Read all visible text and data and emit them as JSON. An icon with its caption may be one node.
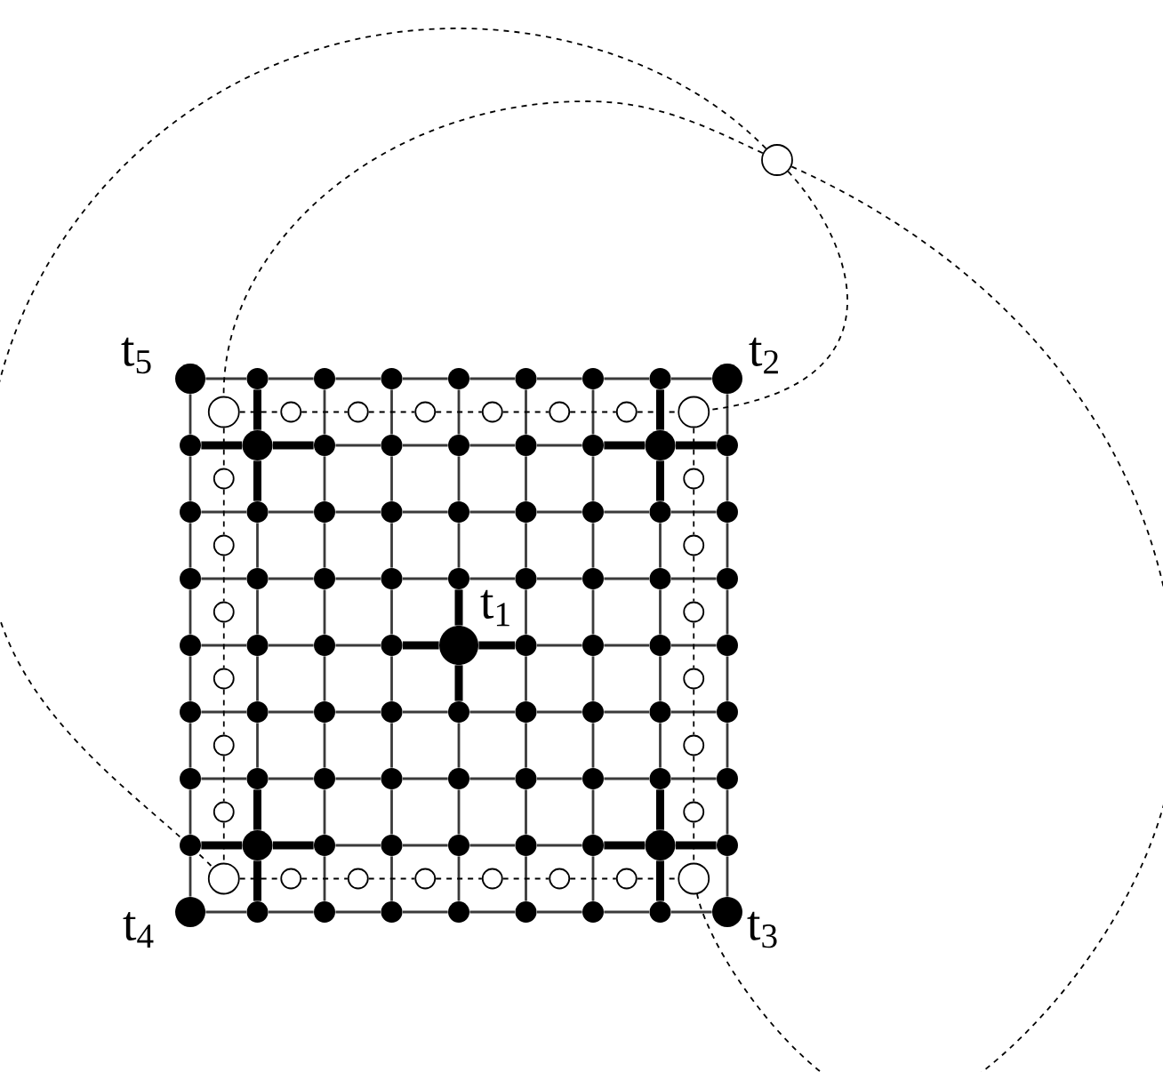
{
  "diagram": {
    "nodes": [
      {
        "text": [],
        "shape": "circle"
      },
      {
        "text": [],
        "shape": "dot",
        "beside": [
          "t$_{5}$"
        ]
      },
      {
        "text": [],
        "shape": "dot"
      },
      {
        "text": [],
        "shape": "dot"
      },
      {
        "text": [],
        "shape": "dot"
      },
      {
        "text": [],
        "shape": "dot"
      },
      {
        "text": [],
        "shape": "dot"
      },
      {
        "text": [],
        "shape": "dot"
      },
      {
        "text": [],
        "shape": "dot"
      },
      {
        "text": [],
        "shape": "dot",
        "beside": [
          "t$_{2}$"
        ]
      },
      {
        "text": [],
        "shape": "circle"
      },
      {
        "text": [],
        "shape": "circle"
      },
      {
        "text": [],
        "shape": "circle"
      },
      {
        "text": [],
        "shape": "circle"
      },
      {
        "text": [],
        "shape": "circle"
      },
      {
        "text": [],
        "shape": "circle"
      },
      {
        "text": [],
        "shape": "circle"
      },
      {
        "text": [],
        "shape": "circle"
      },
      {
        "text": [],
        "shape": "dot"
      },
      {
        "text": [],
        "shape": "dot"
      },
      {
        "text": [],
        "shape": "dot"
      },
      {
        "text": [],
        "shape": "dot"
      },
      {
        "text": [],
        "shape": "dot"
      },
      {
        "text": [],
        "shape": "dot"
      },
      {
        "text": [],
        "shape": "dot"
      },
      {
        "text": [],
        "shape": "dot"
      },
      {
        "text": [],
        "shape": "dot"
      },
      {
        "text": [],
        "shape": "circle"
      },
      {
        "text": [],
        "shape": "circle"
      },
      {
        "text": [],
        "shape": "dot"
      },
      {
        "text": [],
        "shape": "dot"
      },
      {
        "text": [],
        "shape": "dot"
      },
      {
        "text": [],
        "shape": "dot"
      },
      {
        "text": [],
        "shape": "dot"
      },
      {
        "text": [],
        "shape": "dot"
      },
      {
        "text": [],
        "shape": "dot"
      },
      {
        "text": [],
        "shape": "dot"
      },
      {
        "text": [],
        "shape": "dot"
      },
      {
        "text": [],
        "shape": "circle"
      },
      {
        "text": [],
        "shape": "circle"
      },
      {
        "text": [],
        "shape": "dot"
      },
      {
        "text": [],
        "shape": "dot"
      },
      {
        "text": [],
        "shape": "dot"
      },
      {
        "text": [],
        "shape": "dot"
      },
      {
        "text": [],
        "shape": "dot"
      },
      {
        "text": [],
        "shape": "dot"
      },
      {
        "text": [],
        "shape": "dot"
      },
      {
        "text": [],
        "shape": "dot"
      },
      {
        "text": [],
        "shape": "dot"
      },
      {
        "text": [],
        "shape": "circle"
      },
      {
        "text": [],
        "shape": "circle"
      },
      {
        "text": [],
        "shape": "dot"
      },
      {
        "text": [],
        "shape": "dot"
      },
      {
        "text": [],
        "shape": "dot"
      },
      {
        "text": [],
        "shape": "dot"
      },
      {
        "text": [],
        "shape": "dot",
        "beside": [
          "t$_{1}$"
        ]
      },
      {
        "text": [],
        "shape": "dot"
      },
      {
        "text": [],
        "shape": "dot"
      },
      {
        "text": [],
        "shape": "dot"
      },
      {
        "text": [],
        "shape": "dot"
      },
      {
        "text": [],
        "shape": "circle"
      },
      {
        "text": [],
        "shape": "circle"
      },
      {
        "text": [],
        "shape": "dot"
      },
      {
        "text": [],
        "shape": "dot"
      },
      {
        "text": [],
        "shape": "dot"
      },
      {
        "text": [],
        "shape": "dot"
      },
      {
        "text": [],
        "shape": "dot"
      },
      {
        "text": [],
        "shape": "dot"
      },
      {
        "text": [],
        "shape": "dot"
      },
      {
        "text": [],
        "shape": "dot"
      },
      {
        "text": [],
        "shape": "dot"
      },
      {
        "text": [],
        "shape": "circle"
      },
      {
        "text": [],
        "shape": "circle"
      },
      {
        "text": [],
        "shape": "dot"
      },
      {
        "text": [],
        "shape": "dot"
      },
      {
        "text": [],
        "shape": "dot"
      },
      {
        "text": [],
        "shape": "dot"
      },
      {
        "text": [],
        "shape": "dot"
      },
      {
        "text": [],
        "shape": "dot"
      },
      {
        "text": [],
        "shape": "dot"
      },
      {
        "text": [],
        "shape": "dot"
      },
      {
        "text": [],
        "shape": "dot"
      },
      {
        "text": [],
        "shape": "circle"
      },
      {
        "text": [],
        "shape": "circle"
      },
      {
        "text": [],
        "shape": "dot"
      },
      {
        "text": [],
        "shape": "dot"
      },
      {
        "text": [],
        "shape": "dot"
      },
      {
        "text": [],
        "shape": "dot"
      },
      {
        "text": [],
        "shape": "dot"
      },
      {
        "text": [],
        "shape": "dot"
      },
      {
        "text": [],
        "shape": "dot"
      },
      {
        "text": [],
        "shape": "dot"
      },
      {
        "text": [],
        "shape": "dot"
      },
      {
        "text": [],
        "shape": "circle"
      },
      {
        "text": [],
        "shape": "circle"
      },
      {
        "text": [],
        "shape": "circle"
      },
      {
        "text": [],
        "shape": "circle"
      },
      {
        "text": [],
        "shape": "circle"
      },
      {
        "text": [],
        "shape": "circle"
      },
      {
        "text": [],
        "shape": "circle"
      },
      {
        "text": [],
        "shape": "circle"
      },
      {
        "text": [],
        "shape": "dot",
        "beside": [
          "t$_{4}$"
        ]
      },
      {
        "text": [],
        "shape": "dot"
      },
      {
        "text": [],
        "shape": "dot"
      },
      {
        "text": [],
        "shape": "dot"
      },
      {
        "text": [],
        "shape": "dot"
      },
      {
        "text": [],
        "shape": "dot"
      },
      {
        "text": [],
        "shape": "dot"
      },
      {
        "text": [],
        "shape": "dot"
      },
      {
        "text": [],
        "shape": "dot",
        "beside": [
          "t$_{3}$"
        ]
      }
    ],
    "edges": [
      {
        "from": 1,
        "to": 2,
        "arrow": "none"
      },
      {
        "from": 2,
        "to": 3,
        "arrow": "none"
      },
      {
        "from": 3,
        "to": 4,
        "arrow": "none"
      },
      {
        "from": 4,
        "to": 5,
        "arrow": "none"
      },
      {
        "from": 5,
        "to": 6,
        "arrow": "none"
      },
      {
        "from": 6,
        "to": 7,
        "arrow": "none"
      },
      {
        "from": 7,
        "to": 8,
        "arrow": "none"
      },
      {
        "from": 8,
        "to": 9,
        "arrow": "none"
      },
      {
        "from": 1,
        "to": 18,
        "arrow": "none"
      },
      {
        "from": 2,
        "to": 19,
        "arrow": "none",
        "style": "thick"
      },
      {
        "from": 3,
        "to": 20,
        "arrow": "none"
      },
      {
        "from": 4,
        "to": 21,
        "arrow": "none"
      },
      {
        "from": 5,
        "to": 22,
        "arrow": "none"
      },
      {
        "from": 6,
        "to": 23,
        "arrow": "none"
      },
      {
        "from": 7,
        "to": 24,
        "arrow": "none"
      },
      {
        "from": 8,
        "to": 25,
        "arrow": "none",
        "style": "thick"
      },
      {
        "from": 9,
        "to": 26,
        "arrow": "none"
      },
      {
        "from": 18,
        "to": 19,
        "arrow": "none",
        "style": "thick"
      },
      {
        "from": 19,
        "to": 20,
        "arrow": "none",
        "style": "thick"
      },
      {
        "from": 20,
        "to": 21,
        "arrow": "none"
      },
      {
        "from": 21,
        "to": 22,
        "arrow": "none"
      },
      {
        "from": 22,
        "to": 23,
        "arrow": "none"
      },
      {
        "from": 23,
        "to": 24,
        "arrow": "none"
      },
      {
        "from": 24,
        "to": 25,
        "arrow": "none",
        "style": "thick"
      },
      {
        "from": 25,
        "to": 26,
        "arrow": "none",
        "style": "thick"
      },
      {
        "from": 18,
        "to": 29,
        "arrow": "none"
      },
      {
        "from": 19,
        "to": 30,
        "arrow": "none",
        "style": "thick"
      },
      {
        "from": 20,
        "to": 31,
        "arrow": "none"
      },
      {
        "from": 21,
        "to": 32,
        "arrow": "none"
      },
      {
        "from": 22,
        "to": 33,
        "arrow": "none"
      },
      {
        "from": 23,
        "to": 34,
        "arrow": "none"
      },
      {
        "from": 24,
        "to": 35,
        "arrow": "none"
      },
      {
        "from": 25,
        "to": 36,
        "arrow": "none",
        "style": "thick"
      },
      {
        "from": 26,
        "to": 37,
        "arrow": "none"
      },
      {
        "from": 29,
        "to": 30,
        "arrow": "none"
      },
      {
        "from": 30,
        "to": 31,
        "arrow": "none"
      },
      {
        "from": 31,
        "to": 32,
        "arrow": "none"
      },
      {
        "from": 32,
        "to": 33,
        "arrow": "none"
      },
      {
        "from": 33,
        "to": 34,
        "arrow": "none"
      },
      {
        "from": 34,
        "to": 35,
        "arrow": "none"
      },
      {
        "from": 35,
        "to": 36,
        "arrow": "none"
      },
      {
        "from": 36,
        "to": 37,
        "arrow": "none"
      },
      {
        "from": 29,
        "to": 40,
        "arrow": "none"
      },
      {
        "from": 30,
        "to": 41,
        "arrow": "none"
      },
      {
        "from": 31,
        "to": 42,
        "arrow": "none"
      },
      {
        "from": 32,
        "to": 43,
        "arrow": "none"
      },
      {
        "from": 33,
        "to": 44,
        "arrow": "none"
      },
      {
        "from": 34,
        "to": 45,
        "arrow": "none"
      },
      {
        "from": 35,
        "to": 46,
        "arrow": "none"
      },
      {
        "from": 36,
        "to": 47,
        "arrow": "none"
      },
      {
        "from": 37,
        "to": 48,
        "arrow": "none"
      },
      {
        "from": 40,
        "to": 41,
        "arrow": "none"
      },
      {
        "from": 41,
        "to": 42,
        "arrow": "none"
      },
      {
        "from": 42,
        "to": 43,
        "arrow": "none"
      },
      {
        "from": 43,
        "to": 44,
        "arrow": "none"
      },
      {
        "from": 44,
        "to": 45,
        "arrow": "none"
      },
      {
        "from": 45,
        "to": 46,
        "arrow": "none"
      },
      {
        "from": 46,
        "to": 47,
        "arrow": "none"
      },
      {
        "from": 47,
        "to": 48,
        "arrow": "none"
      },
      {
        "from": 40,
        "to": 51,
        "arrow": "none"
      },
      {
        "from": 41,
        "to": 52,
        "arrow": "none"
      },
      {
        "from": 42,
        "to": 53,
        "arrow": "none"
      },
      {
        "from": 43,
        "to": 54,
        "arrow": "none"
      },
      {
        "from": 44,
        "to": 55,
        "arrow": "none",
        "style": "thick"
      },
      {
        "from": 45,
        "to": 56,
        "arrow": "none"
      },
      {
        "from": 46,
        "to": 57,
        "arrow": "none"
      },
      {
        "from": 47,
        "to": 58,
        "arrow": "none"
      },
      {
        "from": 48,
        "to": 59,
        "arrow": "none"
      },
      {
        "from": 51,
        "to": 52,
        "arrow": "none"
      },
      {
        "from": 52,
        "to": 53,
        "arrow": "none"
      },
      {
        "from": 53,
        "to": 54,
        "arrow": "none"
      },
      {
        "from": 54,
        "to": 55,
        "arrow": "none",
        "style": "thick"
      },
      {
        "from": 55,
        "to": 56,
        "arrow": "none",
        "style": "thick"
      },
      {
        "from": 56,
        "to": 57,
        "arrow": "none"
      },
      {
        "from": 57,
        "to": 58,
        "arrow": "none"
      },
      {
        "from": 58,
        "to": 59,
        "arrow": "none"
      },
      {
        "from": 51,
        "to": 62,
        "arrow": "none"
      },
      {
        "from": 52,
        "to": 63,
        "arrow": "none"
      },
      {
        "from": 53,
        "to": 64,
        "arrow": "none"
      },
      {
        "from": 54,
        "to": 65,
        "arrow": "none"
      },
      {
        "from": 55,
        "to": 66,
        "arrow": "none",
        "style": "thick"
      },
      {
        "from": 56,
        "to": 67,
        "arrow": "none"
      },
      {
        "from": 57,
        "to": 68,
        "arrow": "none"
      },
      {
        "from": 58,
        "to": 69,
        "arrow": "none"
      },
      {
        "from": 59,
        "to": 70,
        "arrow": "none"
      },
      {
        "from": 62,
        "to": 63,
        "arrow": "none"
      },
      {
        "from": 63,
        "to": 64,
        "arrow": "none"
      },
      {
        "from": 64,
        "to": 65,
        "arrow": "none"
      },
      {
        "from": 65,
        "to": 66,
        "arrow": "none"
      },
      {
        "from": 66,
        "to": 67,
        "arrow": "none"
      },
      {
        "from": 67,
        "to": 68,
        "arrow": "none"
      },
      {
        "from": 68,
        "to": 69,
        "arrow": "none"
      },
      {
        "from": 69,
        "to": 70,
        "arrow": "none"
      },
      {
        "from": 62,
        "to": 73,
        "arrow": "none"
      },
      {
        "from": 63,
        "to": 74,
        "arrow": "none"
      },
      {
        "from": 64,
        "to": 75,
        "arrow": "none"
      },
      {
        "from": 65,
        "to": 76,
        "arrow": "none"
      },
      {
        "from": 66,
        "to": 77,
        "arrow": "none"
      },
      {
        "from": 67,
        "to": 78,
        "arrow": "none"
      },
      {
        "from": 68,
        "to": 79,
        "arrow": "none"
      },
      {
        "from": 69,
        "to": 80,
        "arrow": "none"
      },
      {
        "from": 70,
        "to": 81,
        "arrow": "none"
      },
      {
        "from": 73,
        "to": 74,
        "arrow": "none"
      },
      {
        "from": 74,
        "to": 75,
        "arrow": "none"
      },
      {
        "from": 75,
        "to": 76,
        "arrow": "none"
      },
      {
        "from": 76,
        "to": 77,
        "arrow": "none"
      },
      {
        "from": 77,
        "to": 78,
        "arrow": "none"
      },
      {
        "from": 78,
        "to": 79,
        "arrow": "none"
      },
      {
        "from": 79,
        "to": 80,
        "arrow": "none"
      },
      {
        "from": 80,
        "to": 81,
        "arrow": "none"
      },
      {
        "from": 73,
        "to": 84,
        "arrow": "none"
      },
      {
        "from": 74,
        "to": 85,
        "arrow": "none",
        "style": "thick"
      },
      {
        "from": 75,
        "to": 86,
        "arrow": "none"
      },
      {
        "from": 76,
        "to": 87,
        "arrow": "none"
      },
      {
        "from": 77,
        "to": 88,
        "arrow": "none"
      },
      {
        "from": 78,
        "to": 89,
        "arrow": "none"
      },
      {
        "from": 79,
        "to": 90,
        "arrow": "none"
      },
      {
        "from": 80,
        "to": 91,
        "arrow": "none",
        "style": "thick"
      },
      {
        "from": 81,
        "to": 92,
        "arrow": "none"
      },
      {
        "from": 84,
        "to": 85,
        "arrow": "none",
        "style": "thick"
      },
      {
        "from": 85,
        "to": 86,
        "arrow": "none",
        "style": "thick"
      },
      {
        "from": 86,
        "to": 87,
        "arrow": "none"
      },
      {
        "from": 87,
        "to": 88,
        "arrow": "none"
      },
      {
        "from": 88,
        "to": 89,
        "arrow": "none"
      },
      {
        "from": 89,
        "to": 90,
        "arrow": "none"
      },
      {
        "from": 90,
        "to": 91,
        "arrow": "none",
        "style": "thick"
      },
      {
        "from": 91,
        "to": 92,
        "arrow": "none",
        "style": "thick"
      },
      {
        "from": 84,
        "to": 101,
        "arrow": "none"
      },
      {
        "from": 85,
        "to": 102,
        "arrow": "none",
        "style": "thick"
      },
      {
        "from": 86,
        "to": 103,
        "arrow": "none"
      },
      {
        "from": 87,
        "to": 104,
        "arrow": "none"
      },
      {
        "from": 88,
        "to": 105,
        "arrow": "none"
      },
      {
        "from": 89,
        "to": 106,
        "arrow": "none"
      },
      {
        "from": 90,
        "to": 107,
        "arrow": "none"
      },
      {
        "from": 91,
        "to": 108,
        "arrow": "none",
        "style": "thick"
      },
      {
        "from": 92,
        "to": 109,
        "arrow": "none"
      },
      {
        "from": 101,
        "to": 102,
        "arrow": "none"
      },
      {
        "from": 102,
        "to": 103,
        "arrow": "none"
      },
      {
        "from": 103,
        "to": 104,
        "arrow": "none"
      },
      {
        "from": 104,
        "to": 105,
        "arrow": "none"
      },
      {
        "from": 105,
        "to": 106,
        "arrow": "none"
      },
      {
        "from": 106,
        "to": 107,
        "arrow": "none"
      },
      {
        "from": 107,
        "to": 108,
        "arrow": "none"
      },
      {
        "from": 108,
        "to": 109,
        "arrow": "none"
      },
      {
        "from": 10,
        "to": 11,
        "arrow": "none",
        "style": "dashed"
      },
      {
        "from": 11,
        "to": 12,
        "arrow": "none",
        "style": "dashed"
      },
      {
        "from": 12,
        "to": 13,
        "arrow": "none",
        "style": "dashed"
      },
      {
        "from": 13,
        "to": 14,
        "arrow": "none",
        "style": "dashed"
      },
      {
        "from": 14,
        "to": 15,
        "arrow": "none",
        "style": "dashed"
      },
      {
        "from": 15,
        "to": 16,
        "arrow": "none",
        "style": "dashed"
      },
      {
        "from": 16,
        "to": 17,
        "arrow": "none",
        "style": "dashed"
      },
      {
        "from": 10,
        "to": 27,
        "arrow": "none",
        "style": "dashed"
      },
      {
        "from": 27,
        "to": 38,
        "arrow": "none",
        "style": "dashed"
      },
      {
        "from": 38,
        "to": 49,
        "arrow": "none",
        "style": "dashed"
      },
      {
        "from": 49,
        "to": 60,
        "arrow": "none",
        "style": "dashed"
      },
      {
        "from": 60,
        "to": 71,
        "arrow": "none",
        "style": "dashed"
      },
      {
        "from": 71,
        "to": 82,
        "arrow": "none",
        "style": "dashed"
      },
      {
        "from": 82,
        "to": 93,
        "arrow": "none",
        "style": "dashed"
      },
      {
        "from": 17,
        "to": 28,
        "arrow": "none",
        "style": "dashed"
      },
      {
        "from": 28,
        "to": 39,
        "arrow": "none",
        "style": "dashed"
      },
      {
        "from": 39,
        "to": 50,
        "arrow": "none",
        "style": "dashed"
      },
      {
        "from": 50,
        "to": 61,
        "arrow": "none",
        "style": "dashed"
      },
      {
        "from": 61,
        "to": 72,
        "arrow": "none",
        "style": "dashed"
      },
      {
        "from": 72,
        "to": 83,
        "arrow": "none",
        "style": "dashed"
      },
      {
        "from": 83,
        "to": 100,
        "arrow": "none",
        "style": "dashed"
      },
      {
        "from": 93,
        "to": 94,
        "arrow": "none",
        "style": "dashed"
      },
      {
        "from": 94,
        "to": 95,
        "arrow": "none",
        "style": "dashed"
      },
      {
        "from": 95,
        "to": 96,
        "arrow": "none",
        "style": "dashed"
      },
      {
        "from": 96,
        "to": 97,
        "arrow": "none",
        "style": "dashed"
      },
      {
        "from": 97,
        "to": 98,
        "arrow": "none",
        "style": "dashed"
      },
      {
        "from": 98,
        "to": 99,
        "arrow": "none",
        "style": "dashed"
      },
      {
        "from": 99,
        "to": 100,
        "arrow": "none",
        "style": "dashed"
      },
      {
        "from": 0,
        "to": 10,
        "arrow": "none",
        "style": "dashed"
      },
      {
        "from": 0,
        "to": 17,
        "arrow": "none",
        "style": "dashed"
      },
      {
        "from": 0,
        "to": 93,
        "arrow": "none",
        "style": "dashed"
      },
      {
        "from": 0,
        "to": 100,
        "arrow": "none",
        "style": "dashed"
      }
    ]
  }
}
